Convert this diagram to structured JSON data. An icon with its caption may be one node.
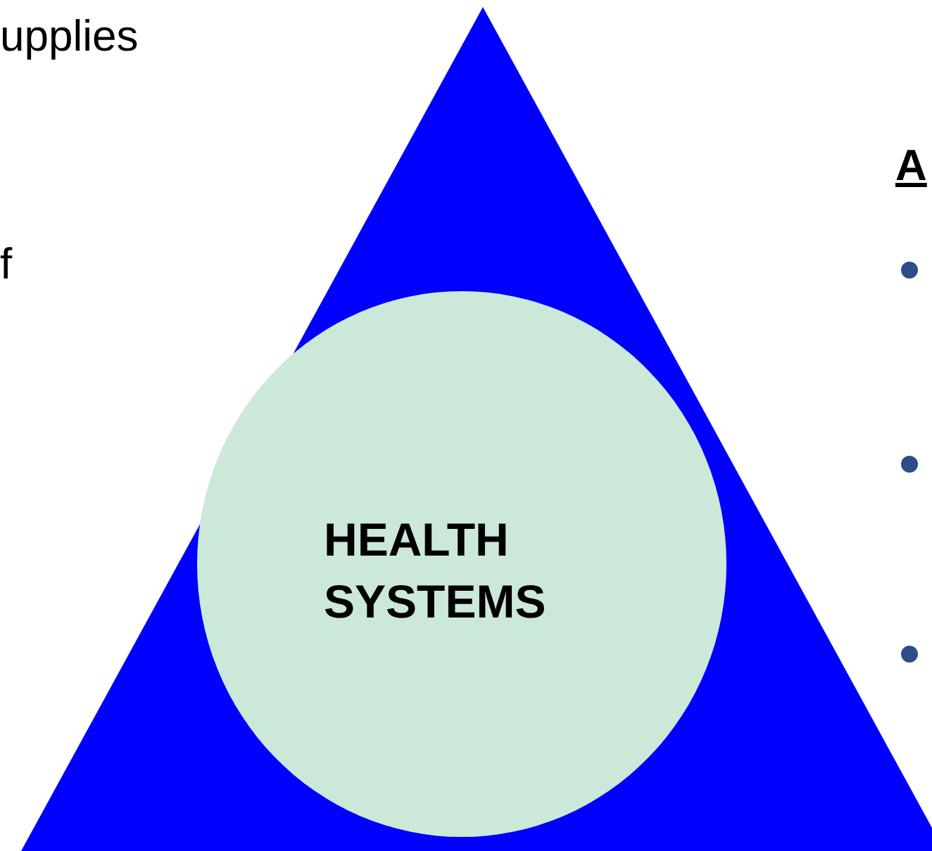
{
  "diagram": {
    "nodes": [
      {
        "text": [],
        "shape": "triangle"
      },
      {
        "text": [
          "HEALTH SYSTEMS"
        ],
        "in": 0
      }
    ],
    "labels": [
      "upplies",
      "f",
      "A"
    ]
  }
}
